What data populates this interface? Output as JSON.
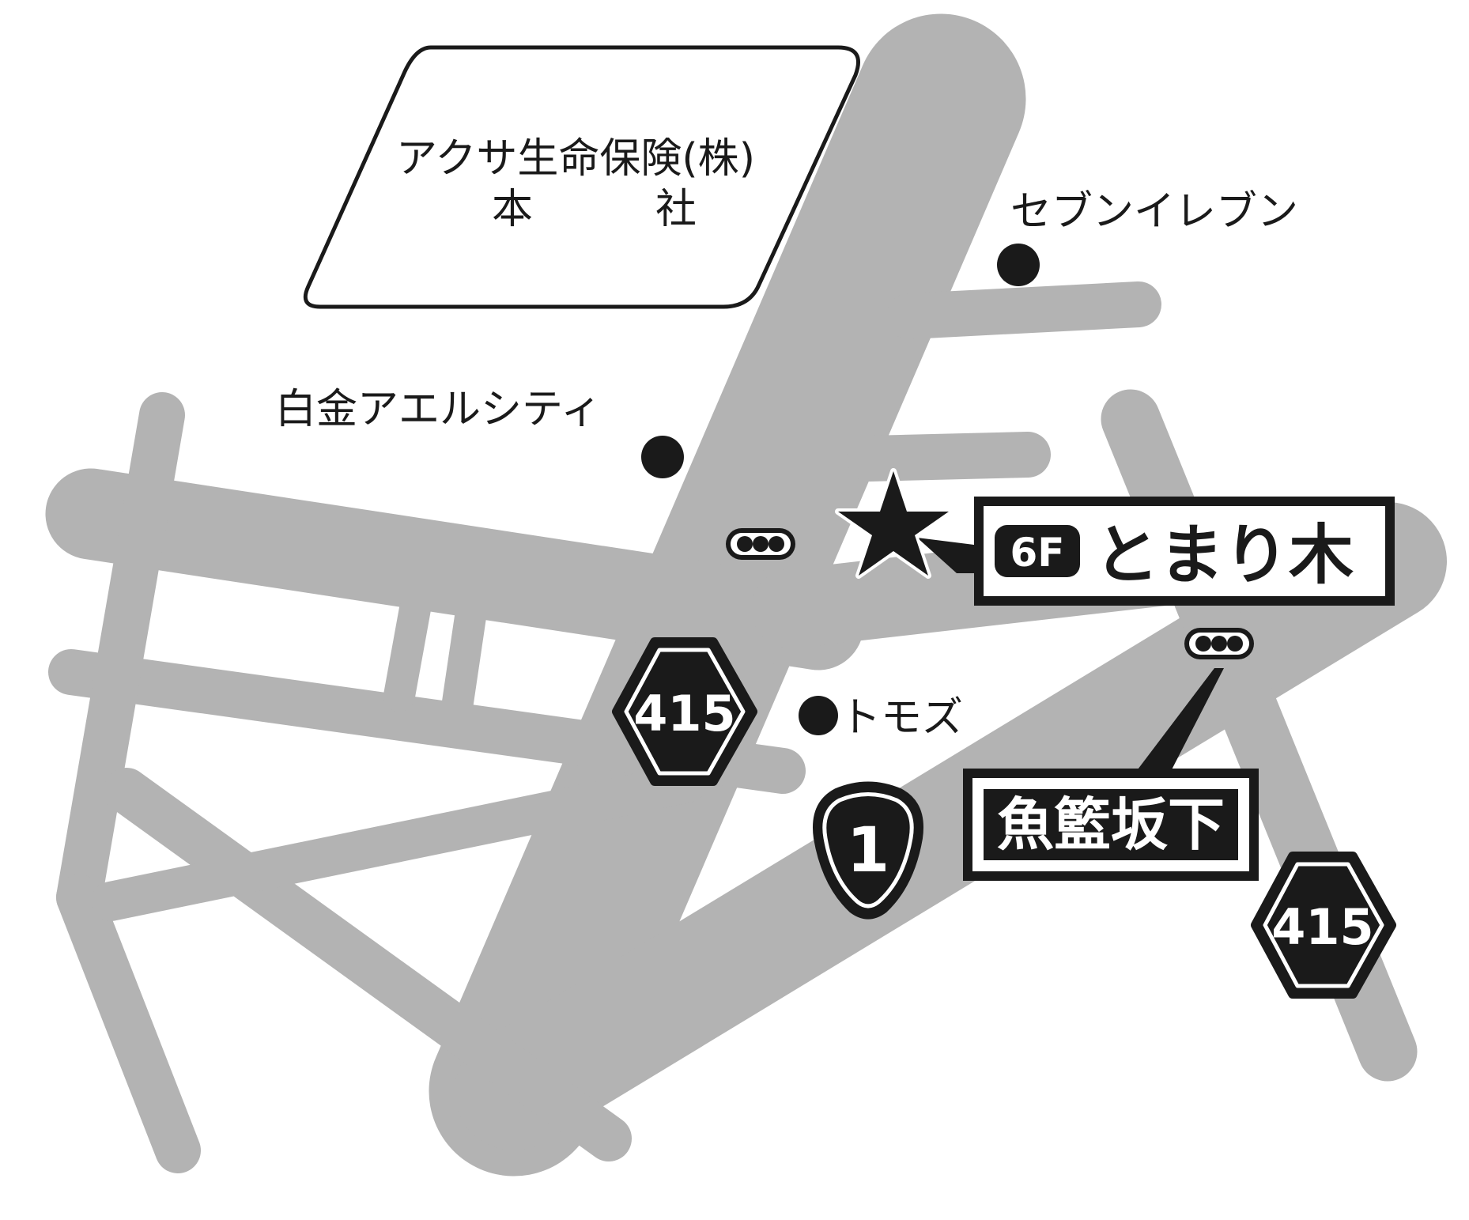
{
  "landmarks": {
    "axa_hq_line1": "アクサ生命保険(株)",
    "axa_hq_line2_a": "本",
    "axa_hq_line2_b": "社",
    "seven_eleven": "セブンイレブン",
    "shirokane_aerucity": "白金アエルシティ",
    "tomoz": "トモズ"
  },
  "destination": {
    "floor": "6F",
    "name": "とまり木"
  },
  "station": {
    "name": "魚籃坂下"
  },
  "route_shields": {
    "route_415_a": "415",
    "route_415_b": "415",
    "route_1": "1"
  },
  "colors": {
    "road": "#b3b3b3",
    "ink": "#1a1a1a",
    "background": "#ffffff"
  }
}
